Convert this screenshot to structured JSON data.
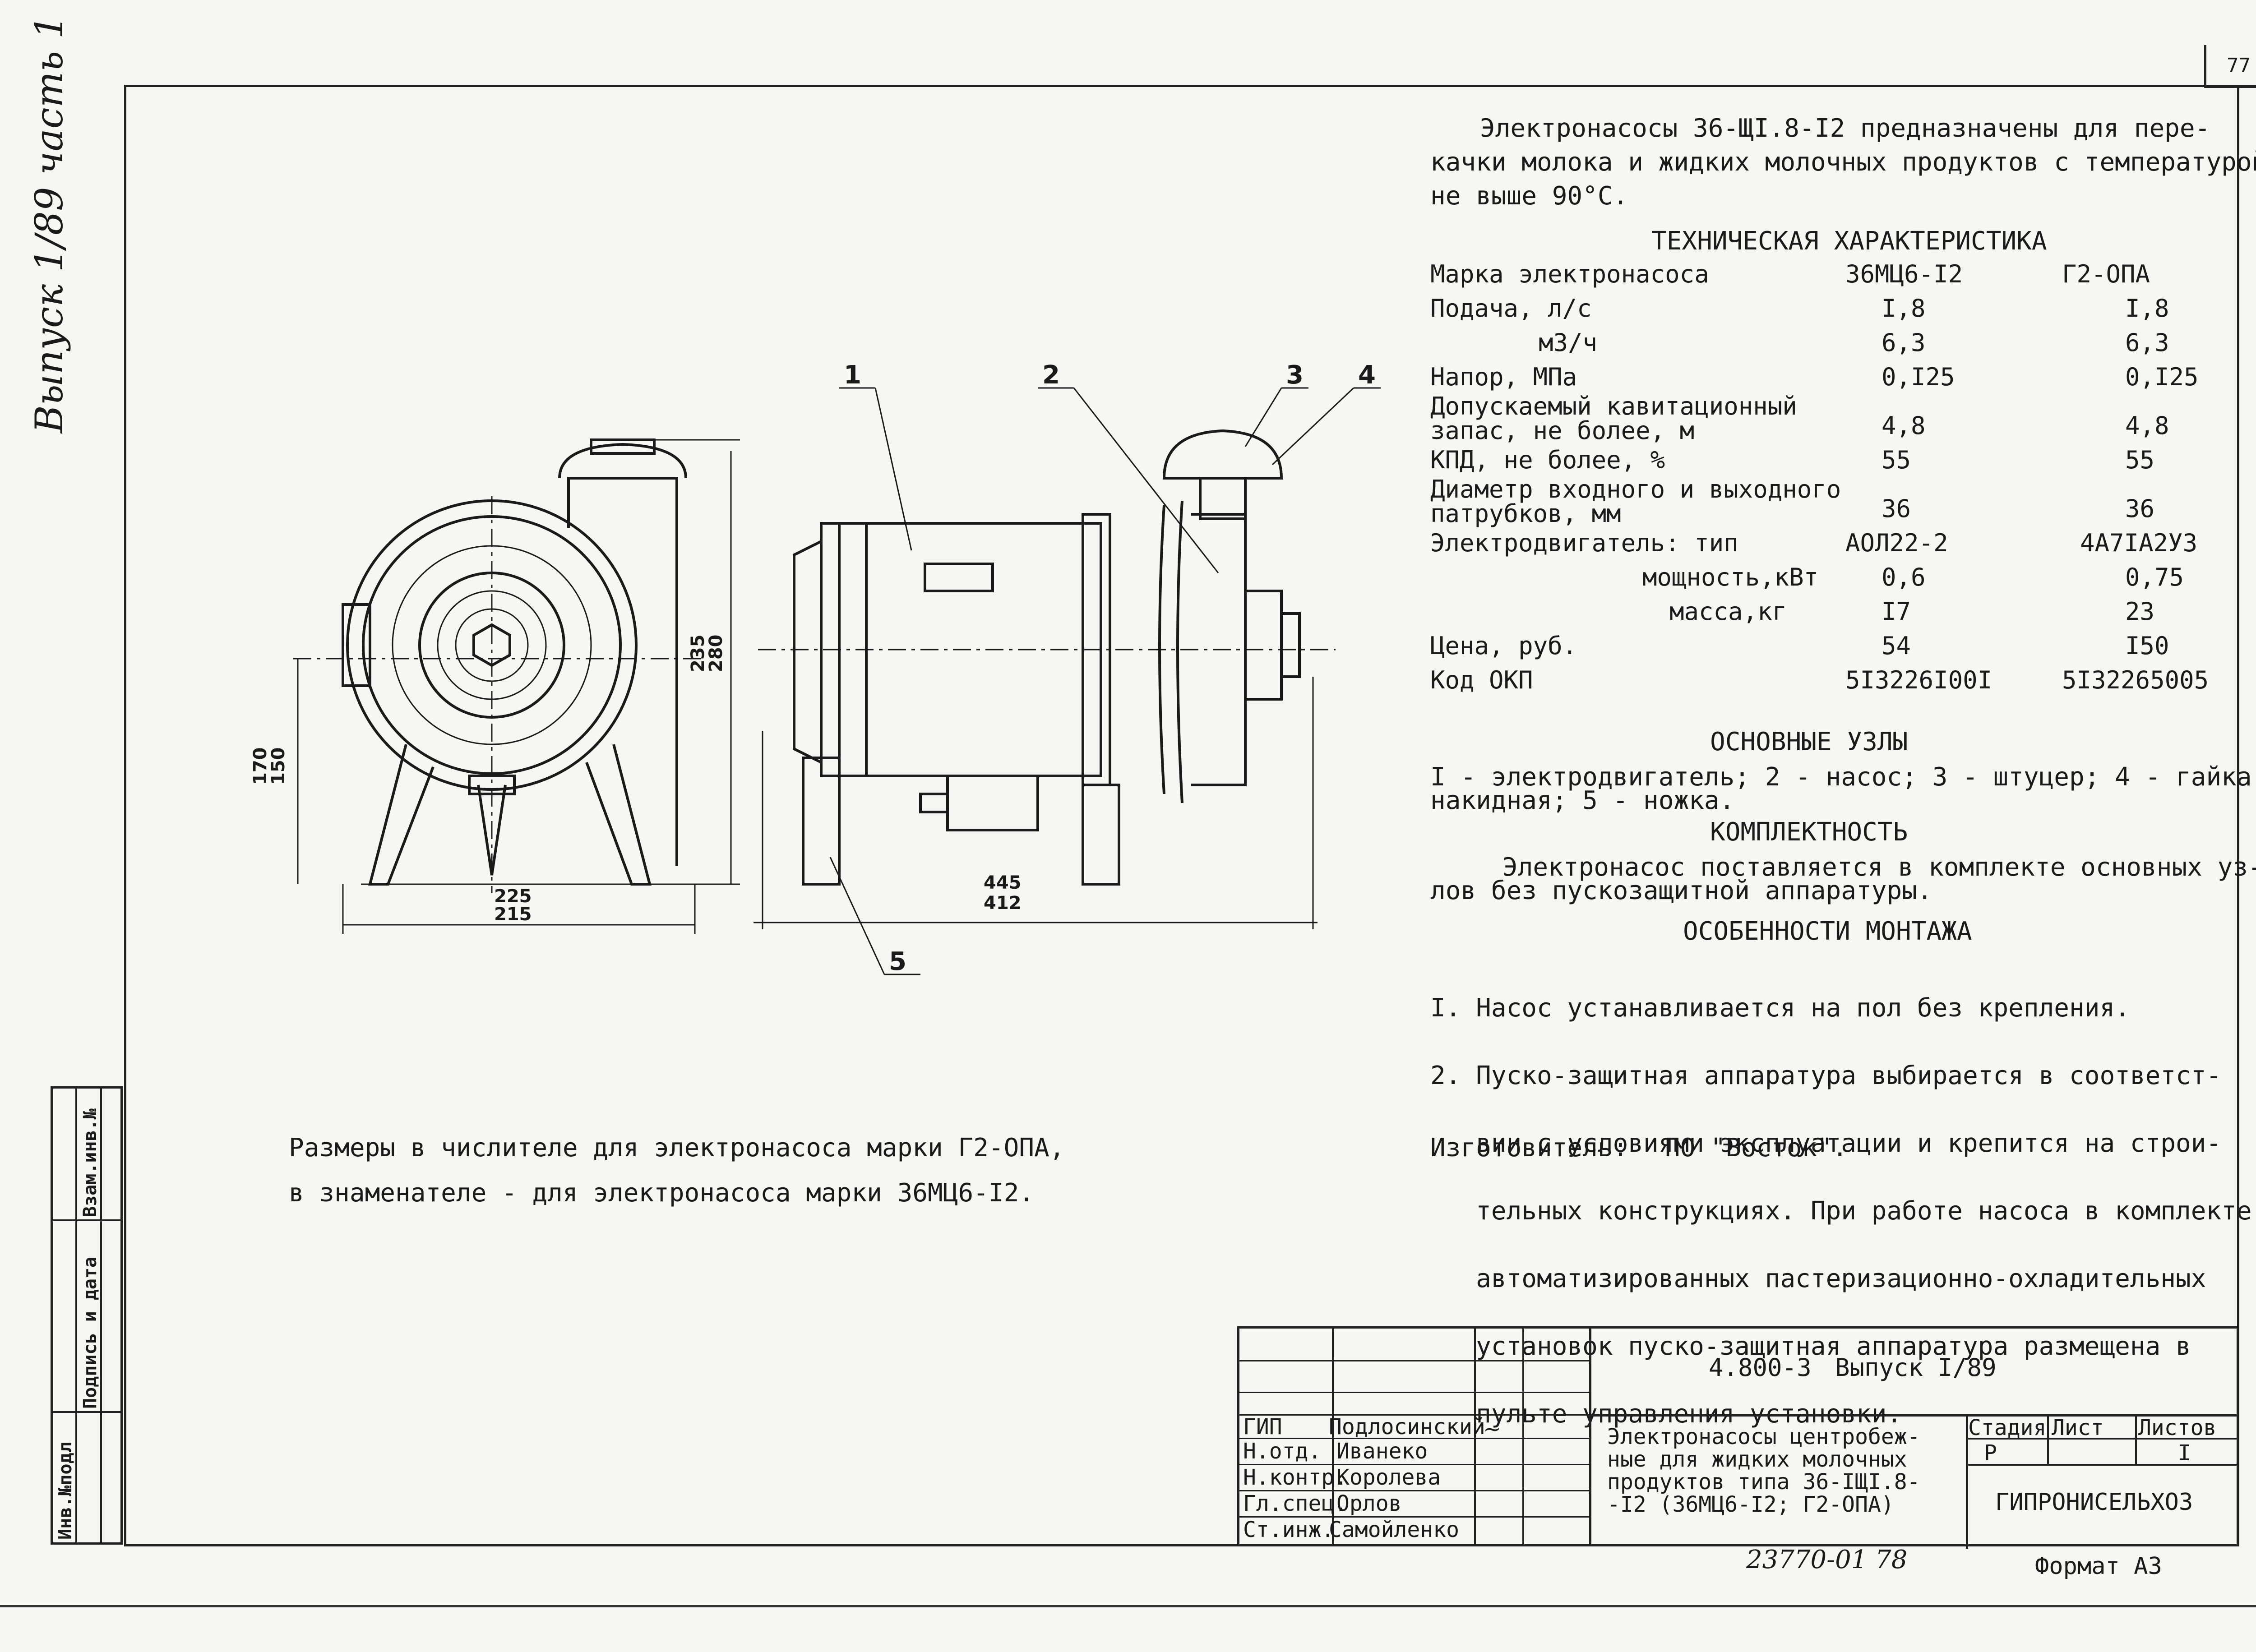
{
  "sheet": {
    "page_number": "77",
    "side_title": "Выпуск 1/89 часть 1"
  },
  "stamp_left": {
    "col1": "Инв.№подл",
    "col2": "Подпись и дата",
    "col3": "Взам.инв.№"
  },
  "description": {
    "line1": "Электронасосы 36-ЩI.8-I2 предназначены для пере-",
    "line2": "качки молока и жидких молочных продуктов с температурой",
    "line3": "не выше 90°С."
  },
  "tech": {
    "heading": "ТЕХНИЧЕСКАЯ ХАРАКТЕРИСТИКА",
    "header": [
      "Марка электронасоса",
      "36МЦ6-I2",
      "Г2-ОПА"
    ],
    "rows": [
      [
        "Подача, л/с",
        "I,8",
        "I,8"
      ],
      [
        "м3/ч",
        "6,3",
        "6,3"
      ],
      [
        "Напор, МПа",
        "0,I25",
        "0,I25"
      ],
      [
        "Допускаемый кавитационный запас, не более, м",
        "4,8",
        "4,8"
      ],
      [
        "КПД, не более, %",
        "55",
        "55"
      ],
      [
        "Диаметр входного и выходного патрубков, мм",
        "36",
        "36"
      ],
      [
        "Электродвигатель: тип",
        "АОЛ22-2",
        "4А7IА2УЗ"
      ],
      [
        "мощность,кВт",
        "0,6",
        "0,75"
      ],
      [
        "масса,кг",
        "I7",
        "23"
      ],
      [
        "Цена, руб.",
        "54",
        "I50"
      ],
      [
        "Код ОКП",
        "5I3226I00I",
        "5I32265005"
      ]
    ]
  },
  "units": {
    "heading": "ОСНОВНЫЕ УЗЛЫ",
    "line1": "I - электродвигатель; 2 - насос; 3 - штуцер; 4 - гайка",
    "line2": "накидная; 5 - ножка."
  },
  "kit": {
    "heading": "КОМПЛЕКТНОСТЬ",
    "line1": "Электронасос поставляется в комплекте основных уз-",
    "line2": "лов без пускозащитной аппаратуры."
  },
  "mounting": {
    "heading": "ОСОБЕННОСТИ МОНТАЖА",
    "lines": [
      "I. Насос устанавливается на пол без крепления.",
      "2. Пуско-защитная аппаратура выбирается в соответст-",
      "   вии с условиями эксплуатации и крепится на строи-",
      "   тельных конструкциях. При работе насоса в комплекте",
      "   автоматизированных пастеризационно-охладительных",
      "   установок пуско-защитная аппаратура размещена в",
      "   пульте управления установки."
    ]
  },
  "manufacturer": {
    "label": "Изготовитель:",
    "value": "ПО \"Восток\"."
  },
  "note": {
    "line1": "Размеры в числителе для электронасоса марки Г2-ОПА,",
    "line2": "в знаменателе - для электронасоса марки 36МЦ6-I2."
  },
  "drawing": {
    "callouts": [
      "1",
      "2",
      "3",
      "4",
      "5"
    ],
    "dim_width_num": "225",
    "dim_width_den": "215",
    "dim_len_num": "445",
    "dim_len_den": "412",
    "dim_h_num": "235",
    "dim_h_den": "280",
    "dim_axis_num": "170",
    "dim_axis_den": "150"
  },
  "title_block": {
    "doc_code": "4.800-3",
    "issue": "Выпуск I/89",
    "roles": [
      "ГИП",
      "Н.отд.",
      "Н.контр.",
      "Гл.спец.",
      "Ст.инж."
    ],
    "names": [
      "Подлосинский",
      "Иванеко",
      "Королева",
      "Орлов",
      "Самойленко"
    ],
    "title_lines": [
      "Электронасосы центробеж-",
      "ные для жидких молочных",
      "продуктов типа 36-IЩI.8-",
      "-I2 (36МЦ6-I2; Г2-ОПА)"
    ],
    "stage_label": "Стадия",
    "sheet_label": "Лист",
    "sheets_label": "Листов",
    "stage": "Р",
    "sheets": "I",
    "org": "ГИПРОНИСЕЛЬХОЗ",
    "archive": "23770-01  78",
    "format": "Формат А3"
  }
}
